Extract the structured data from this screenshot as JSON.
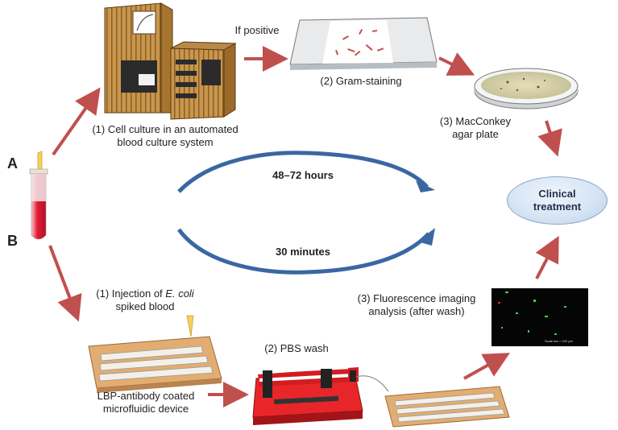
{
  "labels": {
    "route_a": "A",
    "route_b": "B",
    "if_positive": "If positive",
    "gram_staining": "(2) Gram-staining",
    "cell_culture_line1": "(1) Cell culture in an automated",
    "cell_culture_line2": "blood culture system",
    "maccconkey_line1": "(3) MacConkey",
    "maccconkey_line2": "agar plate",
    "clinical_line1": "Clinical",
    "clinical_line2": "treatment",
    "time_a": "48–72 hours",
    "time_b": "30 minutes",
    "injection_prefix": "(1) Injection of ",
    "injection_italic": "E. coli",
    "injection_line2": "spiked blood",
    "lbp_line1": "LBP-antibody coated",
    "lbp_line2": "microfluidic device",
    "pbs_wash": "(2) PBS wash",
    "fluor_line1": "(3) Fluorescence imaging",
    "fluor_line2": "analysis (after wash)",
    "scale_text": "Scale bar = 100 µm"
  },
  "colors": {
    "arrow_red": "#c0504d",
    "curve_blue": "#3a67a3",
    "blood_red": "#e0203a",
    "device_tan": "#d8a56c",
    "pump_red": "#e8262a"
  }
}
